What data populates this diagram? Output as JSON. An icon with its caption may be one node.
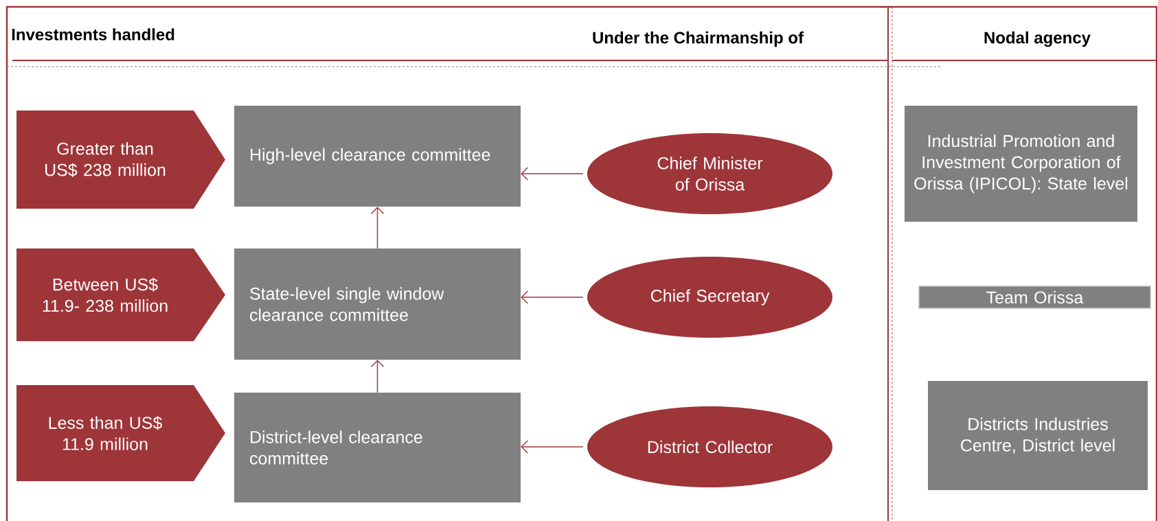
{
  "diagram": {
    "nodes": [
      {
        "text": [
          "Greater than US$ 238 million"
        ]
      },
      {
        "text": [
          "High-level clearance committee"
        ]
      },
      {
        "text": [
          "Chief Minister of Orissa"
        ]
      },
      {
        "text": [
          "Industrial Promotion and Investment Corporation of Orissa (IPICOL): State level"
        ]
      },
      {
        "text": [
          "Between US$ 11.9- 238 million"
        ]
      },
      {
        "text": [
          "State-level single window clearance committee"
        ]
      },
      {
        "text": [
          "Chief Secretary"
        ]
      },
      {
        "text": [
          "Team Orissa"
        ]
      },
      {
        "text": [
          "Less than US$ 11.9 million"
        ]
      },
      {
        "text": [
          "District-level clearance committee"
        ]
      },
      {
        "text": [
          "District Collector"
        ]
      },
      {
        "text": [
          "Districts Industries Centre, District level"
        ]
      }
    ],
    "edges": [
      {
        "from": 2,
        "to": 1,
        "arrow": "to"
      },
      {
        "from": 6,
        "to": 5,
        "arrow": "to"
      },
      {
        "from": 10,
        "to": 9,
        "arrow": "to"
      },
      {
        "from": 5,
        "to": 1,
        "arrow": "to"
      },
      {
        "from": 9,
        "to": 5,
        "arrow": "to"
      }
    ],
    "labels": [
      "Investments handled",
      "Under the Chairmanship of",
      "Nodal agency"
    ]
  }
}
